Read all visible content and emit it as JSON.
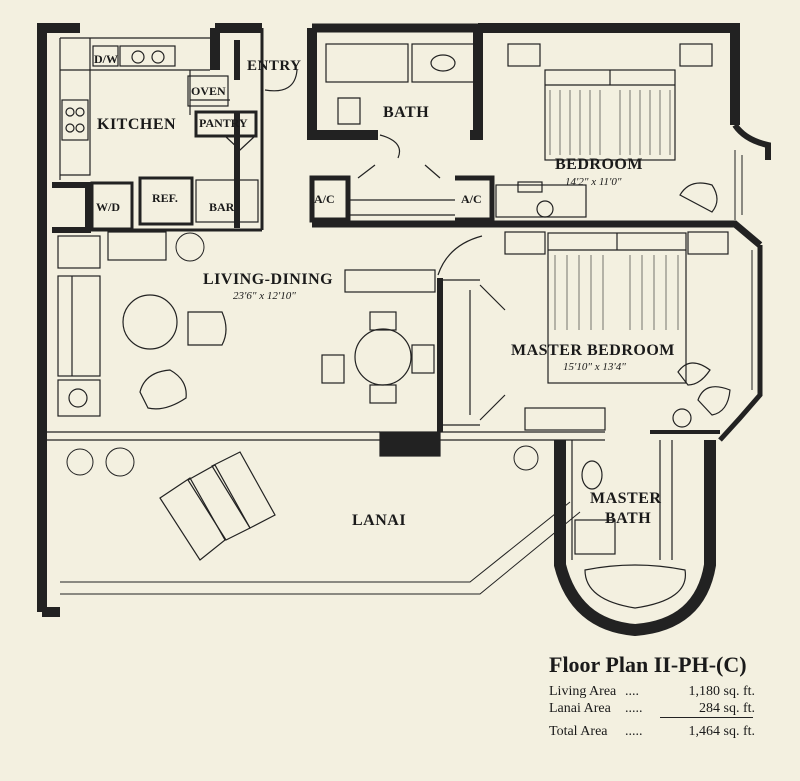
{
  "rooms": {
    "entry": "ENTRY",
    "kitchen": "KITCHEN",
    "bath": "BATH",
    "bedroom": {
      "name": "BEDROOM",
      "size": "14'2\" x 11'0\""
    },
    "living_dining": {
      "name": "LIVING-DINING",
      "size": "23'6\" x 12'10\""
    },
    "master_bedroom": {
      "name": "MASTER BEDROOM",
      "size": "15'10\" x 13'4\""
    },
    "lanai": "LANAI",
    "master_bath_1": "MASTER",
    "master_bath_2": "BATH"
  },
  "fixtures": {
    "dw": "D/W",
    "oven": "OVEN",
    "pantry": "PANTRY",
    "wd": "W/D",
    "ref": "REF.",
    "bar": "BAR",
    "ac_left": "A/C",
    "ac_right": "A/C"
  },
  "title": "Floor Plan II-PH-(C)",
  "areas": [
    {
      "label": "Living Area",
      "dots": "....",
      "value": "1,180 sq. ft."
    },
    {
      "label": "Lanai Area",
      "dots": ".....",
      "value": "284 sq. ft."
    },
    {
      "label": "Total Area",
      "dots": ".....",
      "value": "1,464 sq. ft."
    }
  ]
}
